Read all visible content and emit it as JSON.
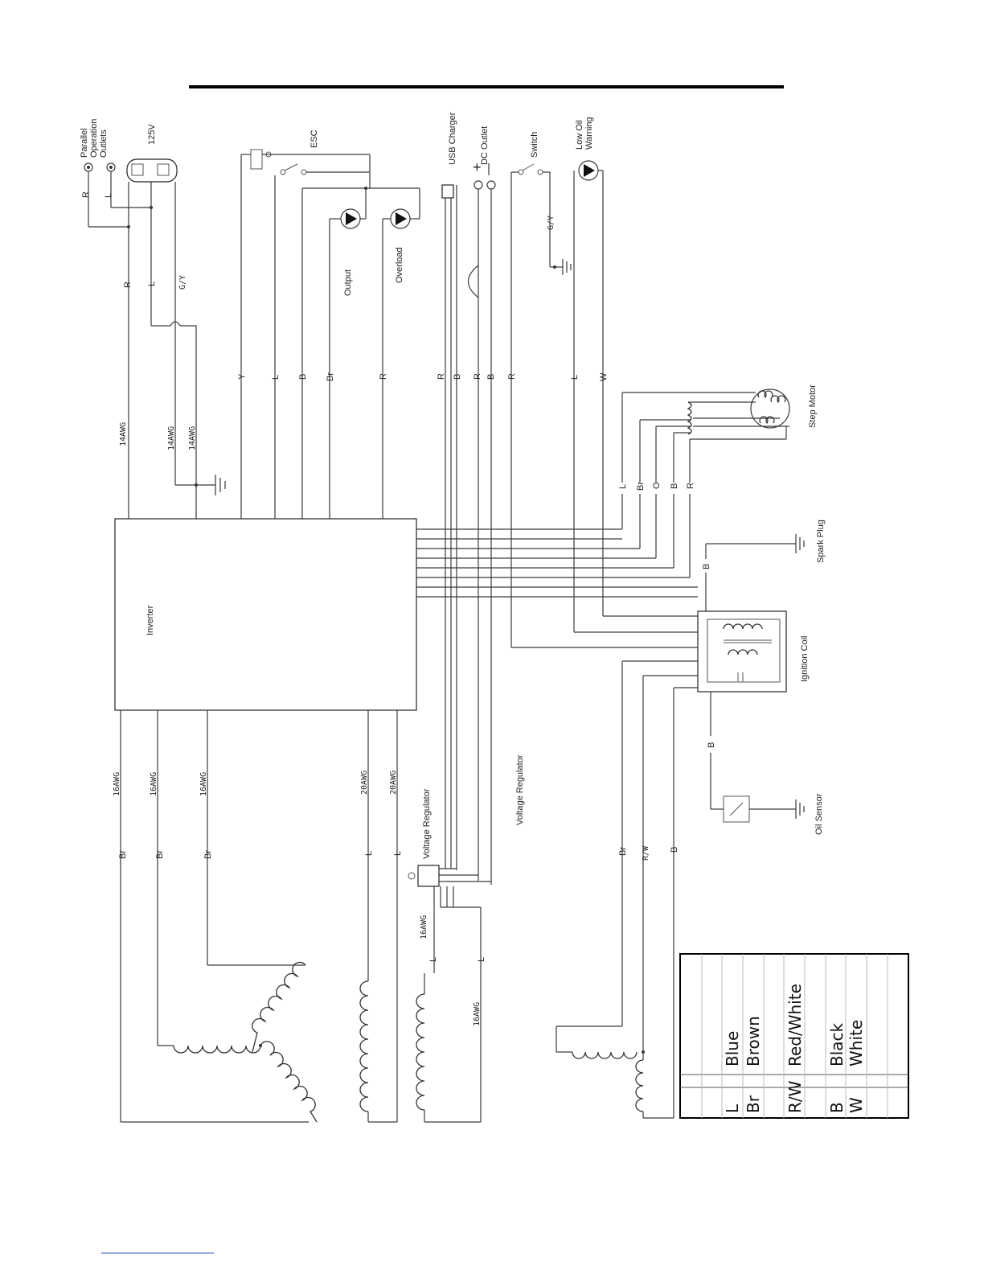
{
  "components": {
    "parallel_outlets": "Parallel Operation Outlets",
    "v125": "125V",
    "esc": "ESC",
    "output": "Output",
    "overload": "Overload",
    "usb": "USB Charger",
    "dc": "DC Outlet",
    "switch": "Switch",
    "low_oil": "Low Oil Warning",
    "step_motor": "Step Motor",
    "spark_plug": "Spark Plug",
    "ignition_coil": "Ignition Coil",
    "oil_sensor": "Oil Sensor",
    "inverter": "Inverter",
    "voltage_regulator": "Voltage Regulator",
    "voltage_regulator_2": "Voltage Regulator"
  },
  "gauges": {
    "awg14": "14AWG",
    "awg16": "16AWG",
    "awg20": "20AWG"
  },
  "wires": {
    "R": "R",
    "L": "L",
    "GY": "G/Y",
    "Y": "Y",
    "B": "B",
    "Br": "Br",
    "O": "O",
    "W": "W",
    "RW": "R/W"
  },
  "legend": [
    {
      "code": "L",
      "color": "Blue"
    },
    {
      "code": "Br",
      "color": "Brown"
    },
    {
      "code": "R/W",
      "color": "Red/White"
    },
    {
      "code": "B",
      "color": "Black"
    },
    {
      "code": "W",
      "color": "White"
    }
  ]
}
